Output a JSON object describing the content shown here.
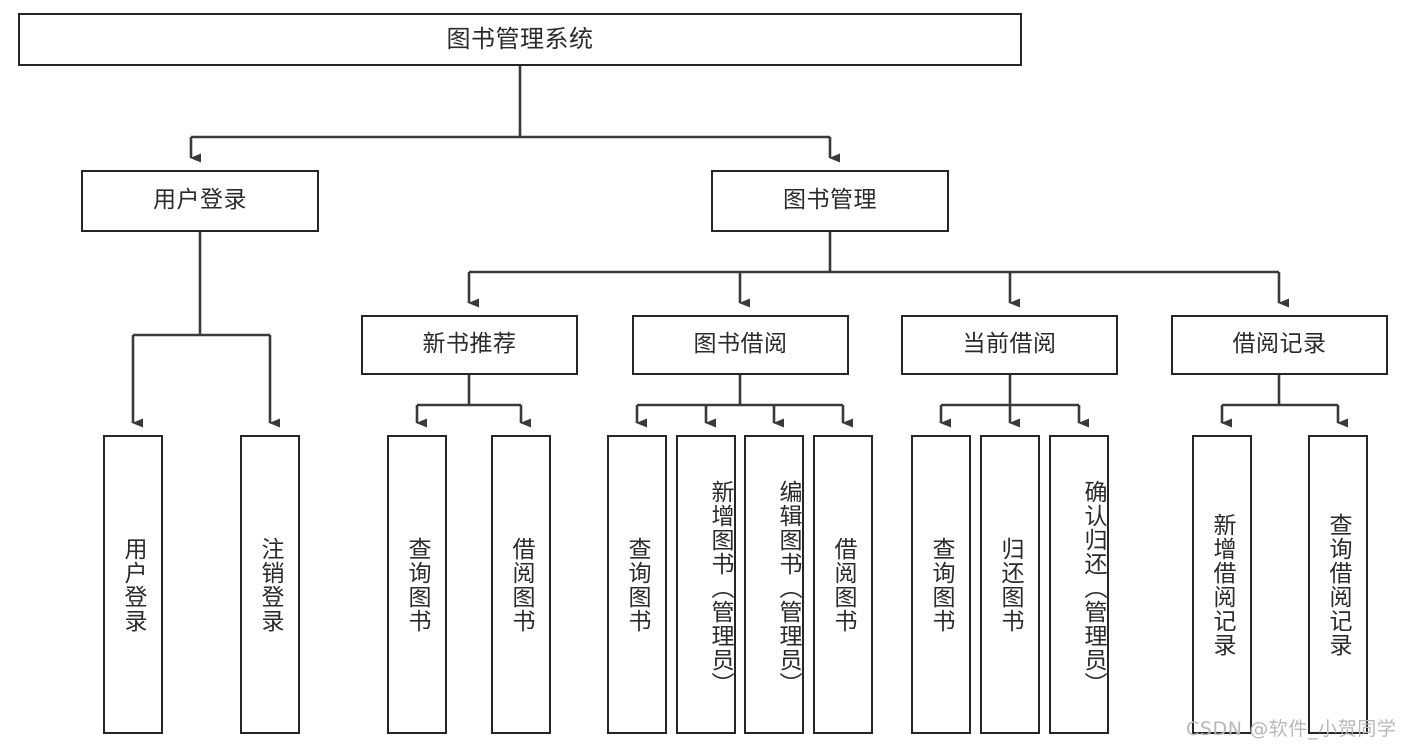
{
  "diagram": {
    "title": "图书管理系统",
    "type": "tree-hierarchy",
    "background_color": "#ffffff",
    "line_color": "#262626",
    "text_color": "#2b2b2b"
  },
  "root": {
    "label": "图书管理系统"
  },
  "level2": [
    {
      "label": "用户登录"
    },
    {
      "label": "图书管理"
    }
  ],
  "level3": [
    {
      "label": "新书推荐"
    },
    {
      "label": "图书借阅"
    },
    {
      "label": "当前借阅"
    },
    {
      "label": "借阅记录"
    }
  ],
  "leaves": {
    "user_login": [
      {
        "label": "用户登录"
      },
      {
        "label": "注销登录"
      }
    ],
    "new_book_recommend": [
      {
        "label": "查询图书"
      },
      {
        "label": "借阅图书"
      }
    ],
    "book_borrow": [
      {
        "label": "查询图书"
      },
      {
        "label": "新增图书（管理员）"
      },
      {
        "label": "编辑图书（管理员）"
      },
      {
        "label": "借阅图书"
      }
    ],
    "current_borrow": [
      {
        "label": "查询图书"
      },
      {
        "label": "归还图书"
      },
      {
        "label": "确认归还（管理员）"
      }
    ],
    "borrow_record": [
      {
        "label": "新增借阅记录"
      },
      {
        "label": "查询借阅记录"
      }
    ]
  },
  "watermark": {
    "text": "CSDN @软件_小贺同学"
  }
}
